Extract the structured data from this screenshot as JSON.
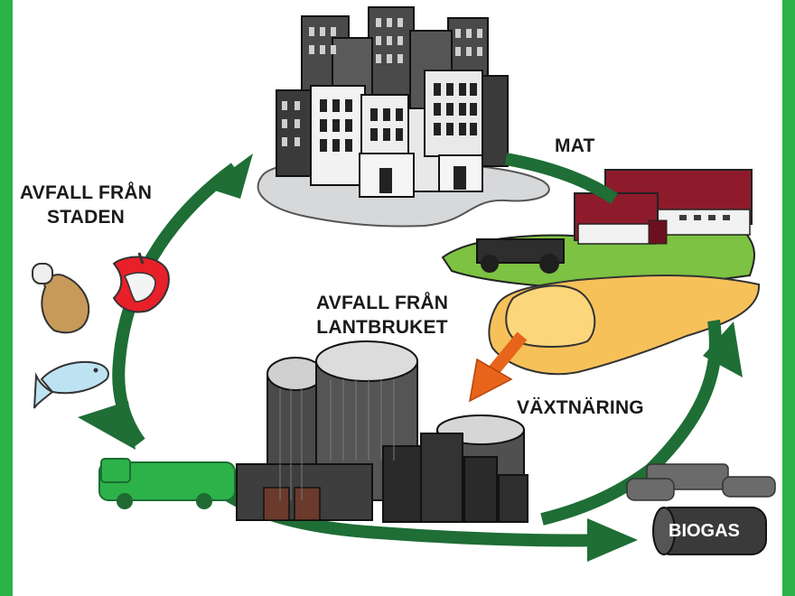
{
  "diagram": {
    "labels": {
      "mat": "MAT",
      "avfall_staden_line1": "AVFALL FRÅN",
      "avfall_staden_line2": "STADEN",
      "avfall_lantbruket_line1": "AVFALL FRÅN",
      "avfall_lantbruket_line2": "LANTBRUKET",
      "vaxtnaring": "VÄXTNÄRING",
      "biogas": "BIOGAS"
    },
    "colors": {
      "frame": "#2db24a",
      "cycle_arrow": "#1e6e35",
      "orange_arrow": "#e8641b",
      "field_green": "#7dc242",
      "field_yellow": "#f7c15a",
      "barn_red": "#8e1b2c",
      "truck_green": "#2db24a"
    }
  }
}
